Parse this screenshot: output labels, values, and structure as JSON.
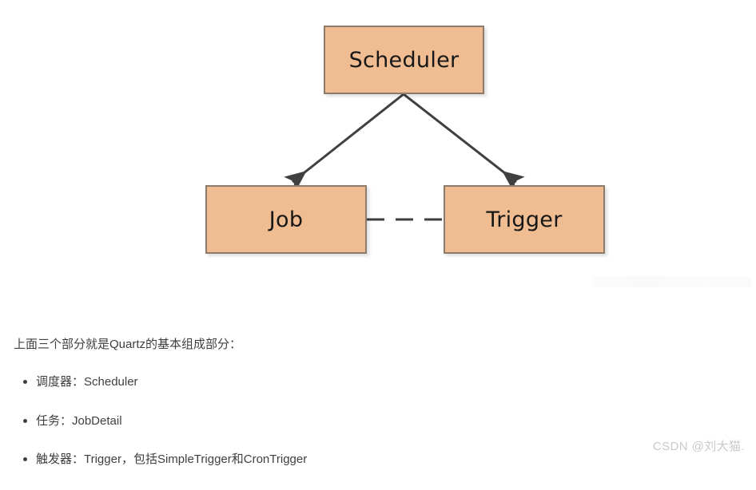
{
  "diagram": {
    "title": "Quartz basic composition diagram",
    "nodes": [
      {
        "id": "scheduler",
        "label": "Scheduler"
      },
      {
        "id": "job",
        "label": "Job"
      },
      {
        "id": "trigger",
        "label": "Trigger"
      }
    ],
    "edges": [
      {
        "from": "scheduler",
        "to": "job",
        "style": "solid-arrow"
      },
      {
        "from": "scheduler",
        "to": "trigger",
        "style": "solid-arrow"
      },
      {
        "from": "job",
        "to": "trigger",
        "style": "dashed-line"
      }
    ],
    "colors": {
      "node_fill": "#f0bc91",
      "node_border": "#8c7a6b",
      "node_text": "#171717",
      "arrow": "#404040",
      "dashed_line": "#3f3f3f"
    }
  },
  "prose": {
    "intro": "上面三个部分就是Quartz的基本组成部分：",
    "bullets": [
      "调度器：Scheduler",
      "任务：JobDetail",
      "触发器：Trigger，包括SimpleTrigger和CronTrigger"
    ]
  },
  "watermark": {
    "text": "CSDN @刘大猫.",
    "color": "#c9c9c9"
  }
}
